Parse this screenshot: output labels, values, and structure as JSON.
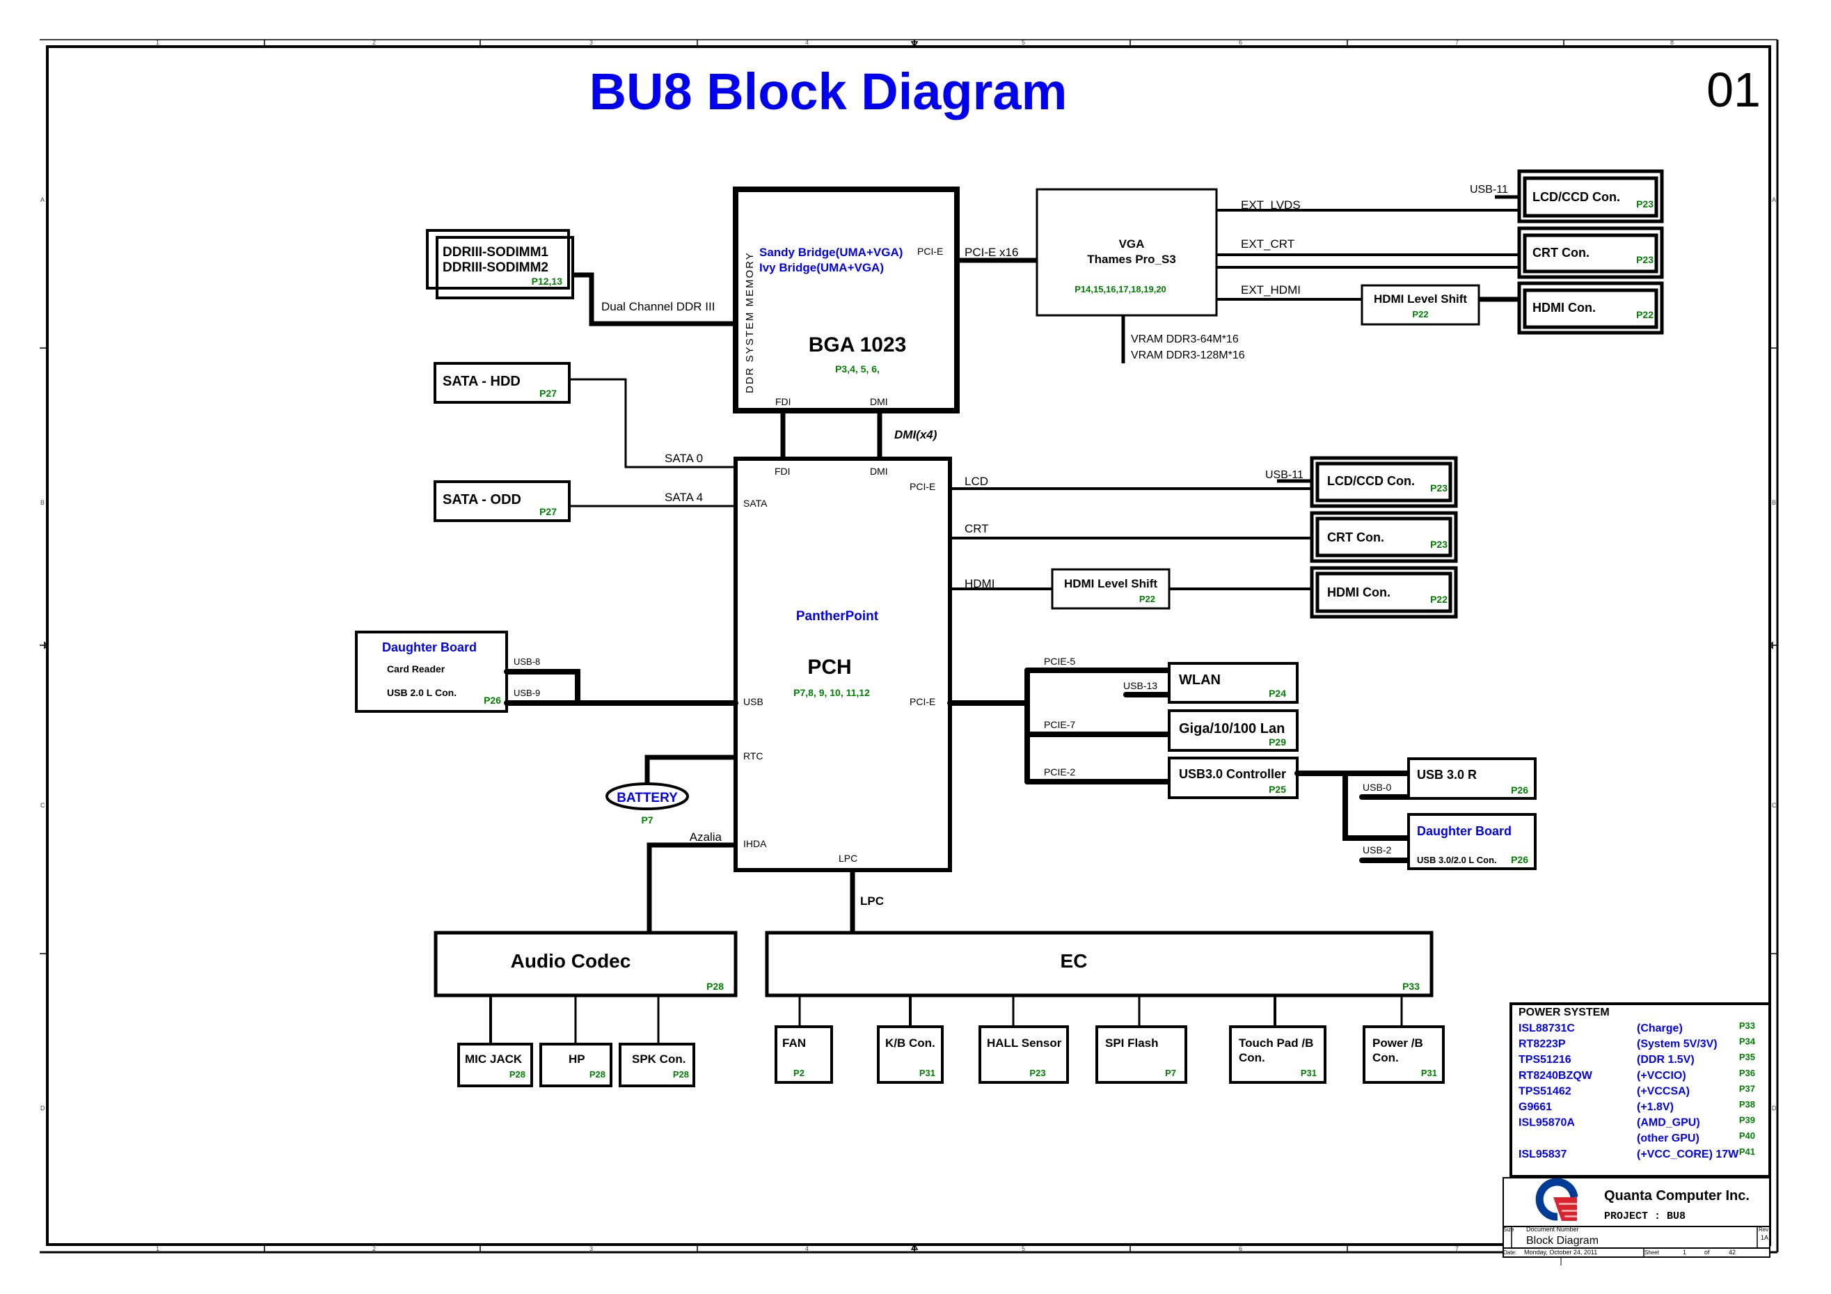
{
  "title": "BU8 Block Diagram",
  "page_number": "01",
  "border": {
    "columns": [
      "1",
      "2",
      "3",
      "4",
      "5",
      "6",
      "7",
      "8"
    ],
    "rows": [
      "A",
      "B",
      "C",
      "D"
    ]
  },
  "cpu": {
    "name1": "Sandy Bridge(UMA+VGA)",
    "name2": "Ivy Bridge(UMA+VGA)",
    "package": "BGA 1023",
    "pages": "P3,4, 5, 6,",
    "side_label": "DDR SYSTEM MEMORY",
    "port_pcie": "PCI-E",
    "port_fdi": "FDI",
    "port_dmi": "DMI"
  },
  "memory": {
    "line1": "DDRIII-SODIMM1",
    "line2": "DDRIII-SODIMM2",
    "pages": "P12,13",
    "link": "Dual Channel DDR III"
  },
  "vga": {
    "title": "VGA",
    "chip": "Thames Pro_S3",
    "pages": "P14,15,16,17,18,19,20",
    "link": "PCI-E x16",
    "vram1": "VRAM DDR3-64M*16",
    "vram2": "VRAM DDR3-128M*16",
    "out_lvds": "EXT_LVDS",
    "out_crt": "EXT_CRT",
    "out_hdmi": "EXT_HDMI"
  },
  "vga_outputs": {
    "usb": "USB-11",
    "lcd": {
      "label": "LCD/CCD Con.",
      "page": "P23"
    },
    "crt": {
      "label": "CRT Con.",
      "page": "P23"
    },
    "hdmi_shift": {
      "label": "HDMI Level Shift",
      "page": "P22"
    },
    "hdmi": {
      "label": "HDMI Con.",
      "page": "P22"
    }
  },
  "dmi_link": "DMI(x4)",
  "storage": {
    "hdd": {
      "label": "SATA - HDD",
      "page": "P27",
      "port": "SATA 0"
    },
    "odd": {
      "label": "SATA - ODD",
      "page": "P27",
      "port": "SATA 4"
    }
  },
  "pch": {
    "family": "PantherPoint",
    "name": "PCH",
    "pages": "P7,8, 9, 10, 11,12",
    "ports": {
      "fdi": "FDI",
      "dmi": "DMI",
      "pcie_top": "PCI-E",
      "sata": "SATA",
      "usb": "USB",
      "pcie_mid": "PCI-E",
      "rtc": "RTC",
      "ihda": "IHDA",
      "lpc": "LPC"
    }
  },
  "pch_display": {
    "lcd_link": "LCD",
    "crt_link": "CRT",
    "hdmi_link": "HDMI",
    "usb": "USB-11",
    "lcd": {
      "label": "LCD/CCD Con.",
      "page": "P23"
    },
    "crt": {
      "label": "CRT Con.",
      "page": "P23"
    },
    "hdmi_shift": {
      "label": "HDMI Level Shift",
      "page": "P22"
    },
    "hdmi": {
      "label": "HDMI Con.",
      "page": "P22"
    }
  },
  "daughter_left": {
    "title": "Daughter Board",
    "line1": "Card Reader",
    "line2": "USB 2.0 L Con.",
    "page": "P26",
    "usb_a": "USB-8",
    "usb_b": "USB-9"
  },
  "battery": {
    "label": "BATTERY",
    "page": "P7"
  },
  "azalia": "Azalia",
  "lpc_link": "LPC",
  "pcie_devices": {
    "wlan": {
      "label": "WLAN",
      "page": "P24",
      "lane": "PCIE-5",
      "usb": "USB-13"
    },
    "lan": {
      "label": "Giga/10/100 Lan",
      "page": "P29",
      "lane": "PCIE-7"
    },
    "usb3": {
      "label": "USB3.0 Controller",
      "page": "P25",
      "lane": "PCIE-2"
    }
  },
  "usb3_outputs": {
    "rear": {
      "label": "USB 3.0 R",
      "page": "P26",
      "usb": "USB-0"
    },
    "daughter": {
      "title": "Daughter Board",
      "line": "USB 3.0/2.0 L Con.",
      "page": "P26",
      "usb": "USB-2"
    }
  },
  "audio": {
    "label": "Audio Codec",
    "page": "P28",
    "children": [
      {
        "label": "MIC JACK",
        "page": "P28"
      },
      {
        "label": "HP",
        "page": "P28"
      },
      {
        "label": "SPK Con.",
        "page": "P28"
      }
    ]
  },
  "ec": {
    "label": "EC",
    "page": "P33",
    "children": [
      {
        "label": "FAN",
        "page": "P2"
      },
      {
        "label": "K/B Con.",
        "page": "P31"
      },
      {
        "label": "HALL Sensor",
        "page": "P23"
      },
      {
        "label": "SPI Flash",
        "page": "P7"
      },
      {
        "label": "Touch Pad /B",
        "label2": "Con.",
        "page": "P31"
      },
      {
        "label": "Power /B",
        "label2": "Con.",
        "page": "P31"
      }
    ]
  },
  "power_system": {
    "title": "POWER SYSTEM",
    "rows": [
      {
        "chip": "ISL88731C",
        "rail": "(Charge)",
        "page": "P33"
      },
      {
        "chip": "RT8223P",
        "rail": "(System 5V/3V)",
        "page": "P34"
      },
      {
        "chip": "TPS51216",
        "rail": "(DDR 1.5V)",
        "page": "P35"
      },
      {
        "chip": "RT8240BZQW",
        "rail": "(+VCCIO)",
        "page": "P36"
      },
      {
        "chip": "TPS51462",
        "rail": "(+VCCSA)",
        "page": "P37"
      },
      {
        "chip": "G9661",
        "rail": "(+1.8V)",
        "page": "P38"
      },
      {
        "chip": "ISL95870A",
        "rail": "(AMD_GPU)",
        "page": "P39"
      },
      {
        "chip": "",
        "rail": "(other GPU)",
        "page": "P40"
      },
      {
        "chip": "ISL95837",
        "rail": "(+VCC_CORE) 17W",
        "page": "P41"
      }
    ]
  },
  "title_block": {
    "company": "Quanta Computer Inc.",
    "project": "PROJECT : BU8",
    "size_label": "Size",
    "docnum_label": "Document Number",
    "doc_title": "Block Diagram",
    "rev_label": "Rev",
    "rev": "1A",
    "date_label": "Date:",
    "date": "Monday, October 24, 2011",
    "sheet_label": "Sheet",
    "sheet": "1",
    "of_label": "of",
    "sheet_total": "42"
  }
}
